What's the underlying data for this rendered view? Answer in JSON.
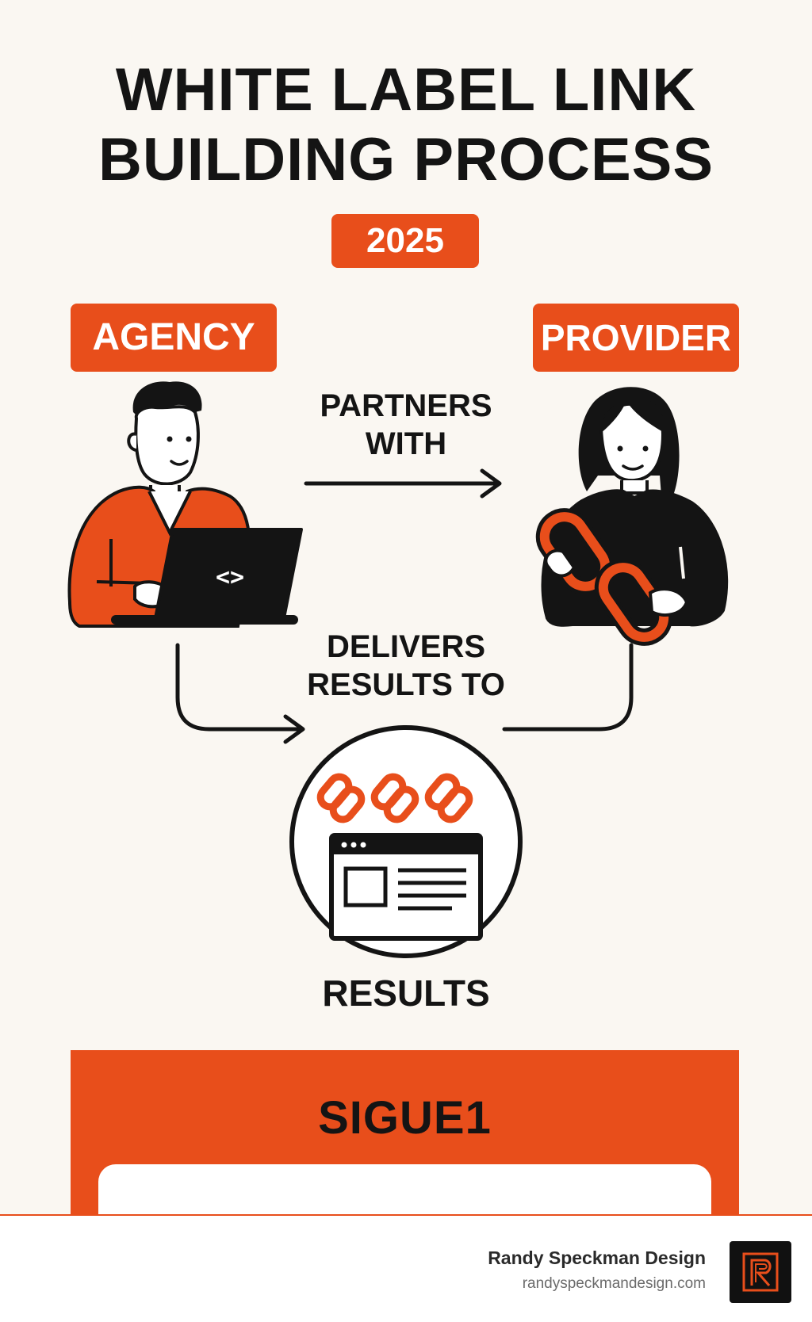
{
  "title": {
    "line1": "WHITE LABEL LINK",
    "line2": "BUILDING PROCESS"
  },
  "year_badge": "2025",
  "roles": {
    "agency": "AGENCY",
    "provider": "PROVIDER"
  },
  "flows": {
    "partners_line1": "PARTNERS",
    "partners_line2": "WITH",
    "delivers_line1": "DELIVERS",
    "delivers_line2": "RESULTS TO"
  },
  "results_label": "RESULTS",
  "panel": {
    "title": "SIGUE1"
  },
  "footer": {
    "brand": "Randy Speckman Design",
    "url": "randyspeckmandesign.com"
  },
  "colors": {
    "accent": "#e84e1b",
    "ink": "#141414",
    "background": "#faf7f2"
  }
}
